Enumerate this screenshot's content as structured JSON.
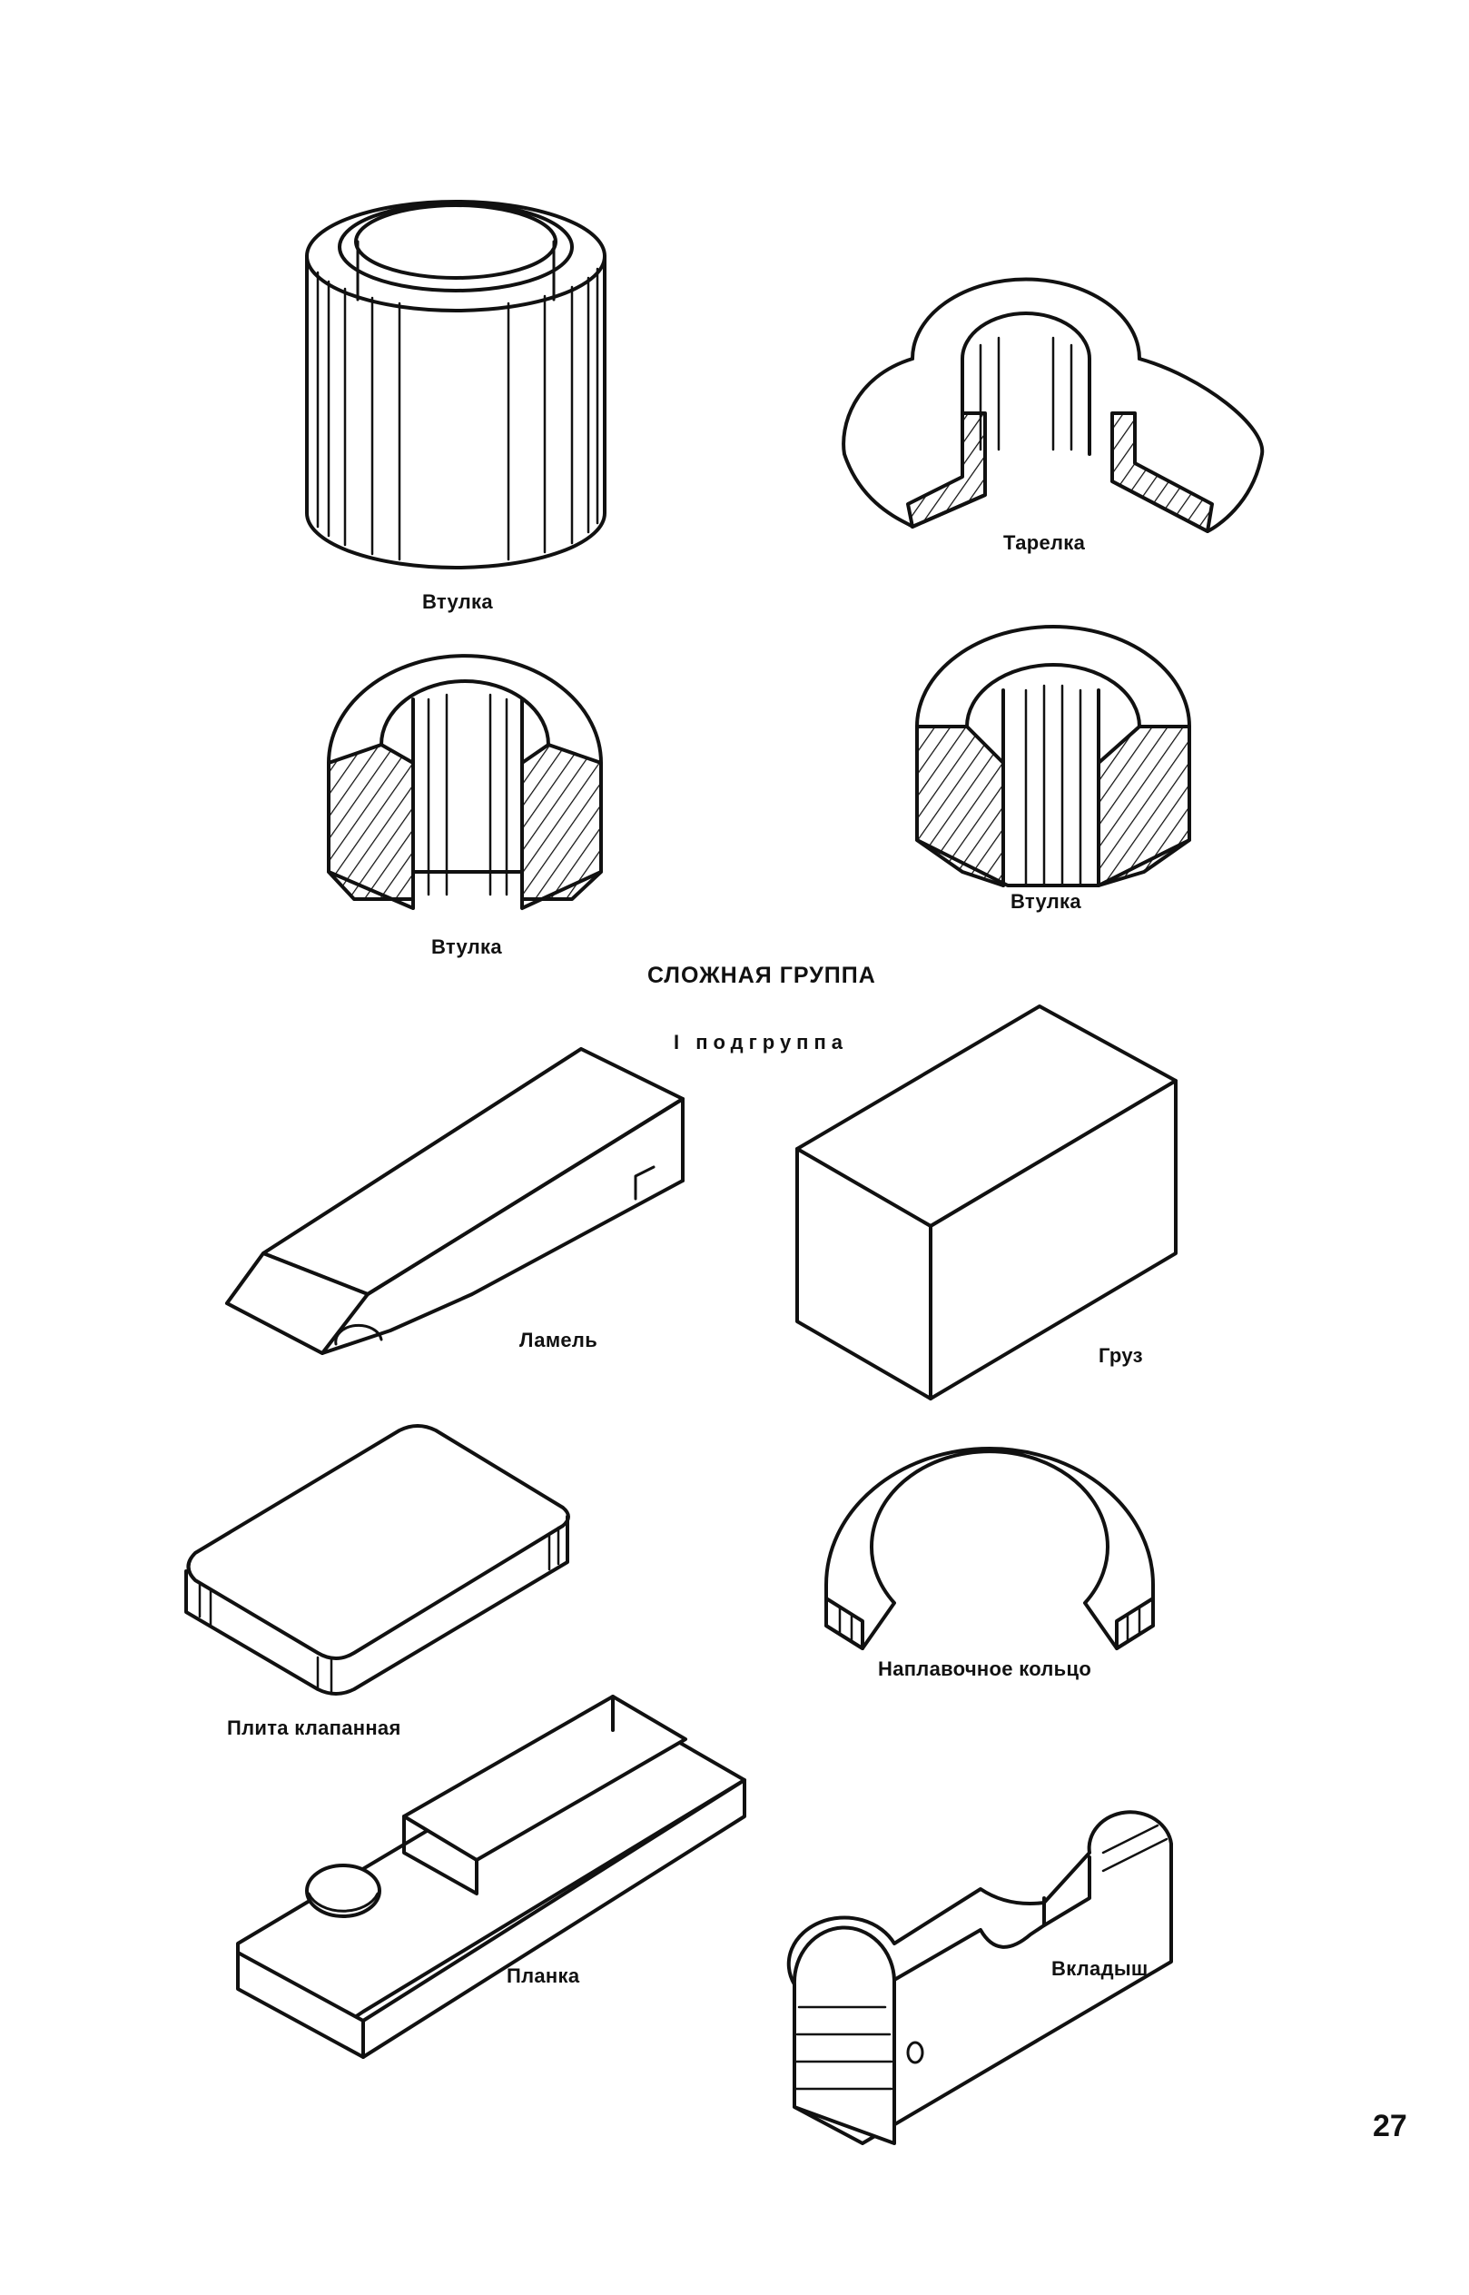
{
  "section": {
    "heading": "СЛОЖНАЯ ГРУППА",
    "subheading": "I подгруппа"
  },
  "figures": [
    {
      "id": "bushing-1",
      "label": "Втулка",
      "icon": "bushing-cylinder"
    },
    {
      "id": "plate-dish",
      "label": "Тарелка",
      "icon": "dish-cutaway"
    },
    {
      "id": "bushing-2",
      "label": "Втулка",
      "icon": "flanged-bushing-cutaway"
    },
    {
      "id": "bushing-3",
      "label": "Втулка",
      "icon": "stepped-bushing-cutaway"
    },
    {
      "id": "lamel",
      "label": "Ламель",
      "icon": "lamella-bar"
    },
    {
      "id": "weight",
      "label": "Груз",
      "icon": "rectangular-block"
    },
    {
      "id": "valve-plate",
      "label": "Плита клапанная",
      "icon": "rounded-slab"
    },
    {
      "id": "weld-ring",
      "label": "Наплавочное кольцо",
      "icon": "split-ring"
    },
    {
      "id": "strip",
      "label": "Планка",
      "icon": "slotted-plate"
    },
    {
      "id": "insert",
      "label": "Вкладыш",
      "icon": "insert-block"
    }
  ],
  "page_number": "27",
  "colors": {
    "ink": "#111111",
    "paper": "#ffffff"
  }
}
